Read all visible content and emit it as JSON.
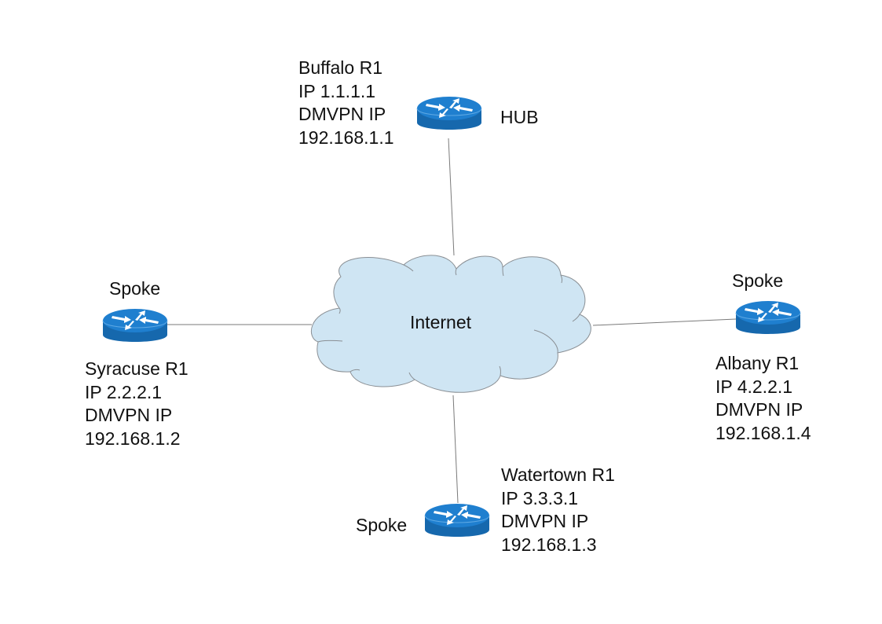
{
  "diagram": {
    "type": "network-topology",
    "title": "DMVPN hub-and-spoke topology",
    "cloud": {
      "label": "Internet",
      "fill": "#cfe5f3",
      "stroke": "#8a8f94"
    },
    "router_color": "#1a76c2",
    "nodes": [
      {
        "id": "buffalo",
        "role": "HUB",
        "lines": [
          "Buffalo R1",
          "IP 1.1.1.1",
          "DMVPN IP",
          "192.168.1.1"
        ]
      },
      {
        "id": "syracuse",
        "role": "Spoke",
        "lines": [
          "Syracuse R1",
          "IP 2.2.2.1",
          "DMVPN IP",
          "192.168.1.2"
        ]
      },
      {
        "id": "albany",
        "role": "Spoke",
        "lines": [
          "Albany R1",
          "IP 4.2.2.1",
          "DMVPN IP",
          "192.168.1.4"
        ]
      },
      {
        "id": "watertown",
        "role": "Spoke",
        "lines": [
          "Watertown R1",
          "IP 3.3.3.1",
          "DMVPN IP",
          "192.168.1.3"
        ]
      }
    ],
    "links": [
      {
        "from": "buffalo",
        "to": "internet"
      },
      {
        "from": "syracuse",
        "to": "internet"
      },
      {
        "from": "albany",
        "to": "internet"
      },
      {
        "from": "watertown",
        "to": "internet"
      }
    ]
  }
}
